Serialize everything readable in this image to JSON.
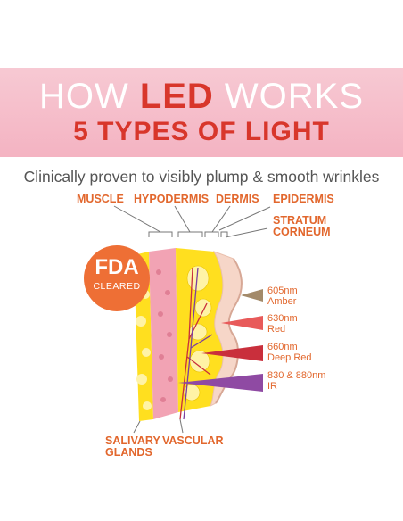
{
  "header": {
    "title_part1": "HOW ",
    "title_highlight": "LED",
    "title_part2": " WORKS",
    "subtitle": "5 TYPES OF LIGHT"
  },
  "tagline": "Clinically proven to visibly plump & smooth wrinkles",
  "layers": {
    "muscle": "MUSCLE",
    "hypodermis": "HYPODERMIS",
    "dermis": "DERMIS",
    "epidermis": "EPIDERMIS",
    "stratum_line1": "STRATUM",
    "stratum_line2": "CORNEUM"
  },
  "badge": {
    "line1": "FDA",
    "line2": "CLEARED"
  },
  "wavelengths": [
    {
      "nm": "605nm",
      "name": "Amber",
      "color": "#a38a6a"
    },
    {
      "nm": "630nm",
      "name": "Red",
      "color": "#e85a5a"
    },
    {
      "nm": "660nm",
      "name": "Deep Red",
      "color": "#c92f3c"
    },
    {
      "nm": "830 & 880nm",
      "name": "IR",
      "color": "#8f4aa3"
    }
  ],
  "bottom_labels": {
    "salivary_line1": "SALIVARY",
    "salivary_line2": "GLANDS",
    "vascular": "VASCULAR"
  },
  "colors": {
    "banner": "#f4b3c2",
    "accent": "#d8362b",
    "label": "#e2672d",
    "fat": "#ffdf1f",
    "muscle": "#f2a3b4",
    "skin": "#f6d6c8"
  }
}
